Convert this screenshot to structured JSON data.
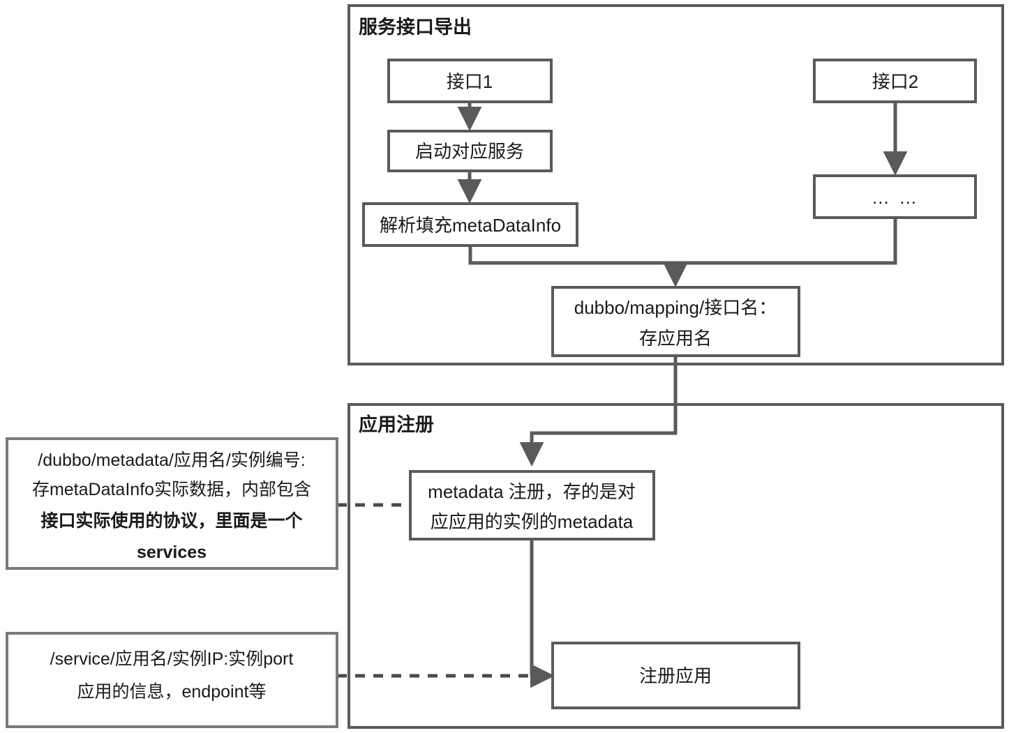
{
  "diagram": {
    "panels": [
      {
        "id": "service-export",
        "title": "服务接口导出"
      },
      {
        "id": "app-register",
        "title": "应用注册"
      }
    ],
    "nodes": {
      "interface1": {
        "label": "接口1"
      },
      "start_service": {
        "label": "启动对应服务"
      },
      "parse_metadata": {
        "label": "解析填充metaDataInfo"
      },
      "interface2": {
        "label": "接口2"
      },
      "ellipsis": {
        "label": "… …"
      },
      "dubbo_mapping": {
        "line1": "dubbo/mapping/接口名：",
        "line2": "存应用名"
      },
      "metadata_register": {
        "line1": "metadata 注册，存的是对",
        "line2": "应应用的实例的metadata"
      },
      "register_app": {
        "label": "注册应用"
      }
    },
    "notes": {
      "metadata_note": {
        "lines": [
          {
            "text": "/dubbo/metadata/应用名/实例编号:",
            "bold": false
          },
          {
            "text": "存metaDataInfo实际数据，内部包含",
            "bold": false
          },
          {
            "text": "接口实际使用的协议，里面是一个",
            "bold": true
          },
          {
            "text": "services",
            "bold": true
          }
        ]
      },
      "service_note": {
        "lines": [
          {
            "text": "/service/应用名/实例IP:实例port",
            "bold": false
          },
          {
            "text": "应用的信息，endpoint等",
            "bold": false
          }
        ]
      }
    },
    "colors": {
      "stroke": "#5a5a5a",
      "text": "#1a1a1a",
      "background": "#ffffff"
    }
  }
}
